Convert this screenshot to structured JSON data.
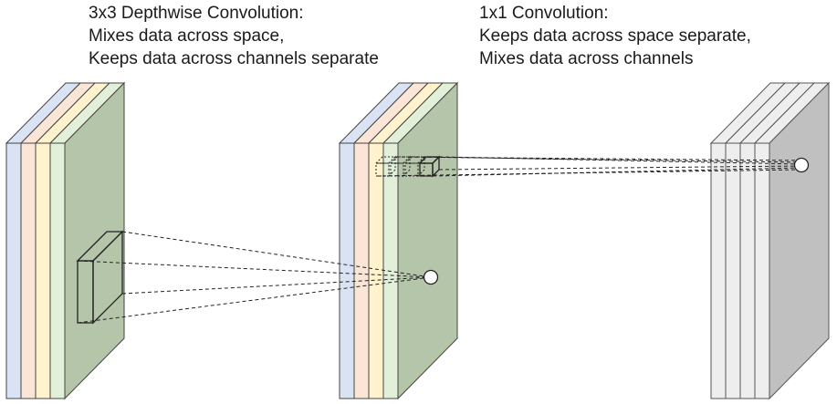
{
  "labels": {
    "depthwise": {
      "title": "3x3 Depthwise Convolution:",
      "line1": "Mixes data across space,",
      "line2": "Keeps data across channels separate"
    },
    "pointwise": {
      "title": "1x1 Convolution:",
      "line1": "Keeps data across space separate,",
      "line2": "Mixes data across channels"
    }
  },
  "colors": {
    "channel_blue": "#dae3f3",
    "channel_pink": "#fbe5d6",
    "channel_yellow": "#fff2cc",
    "channel_green": "#e2f0d9",
    "channel_front": "#b5c5a9",
    "output_light": "#eeeeee",
    "output_front": "#c0c0c0",
    "stroke": "#444444"
  }
}
